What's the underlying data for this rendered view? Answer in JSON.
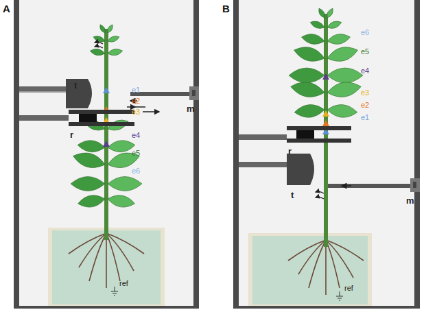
{
  "diagram": {
    "labels": [
      "A",
      "t",
      "e1",
      "e2",
      "e3",
      "e4",
      "e5",
      "e6",
      "r",
      "m",
      "ref",
      "B",
      "e6",
      "e5",
      "e4",
      "e3",
      "e2",
      "e1",
      "r",
      "t",
      "m",
      "ref"
    ]
  }
}
